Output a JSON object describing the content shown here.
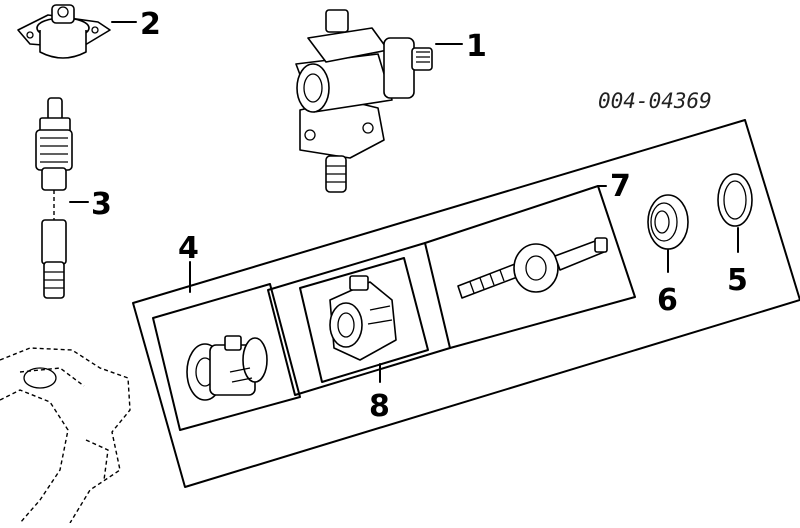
{
  "diagram": {
    "part_number": "004-04369",
    "callouts": {
      "c1": "1",
      "c2": "2",
      "c3": "3",
      "c4": "4",
      "c5": "5",
      "c6": "6",
      "c7": "7",
      "c8": "8"
    }
  }
}
